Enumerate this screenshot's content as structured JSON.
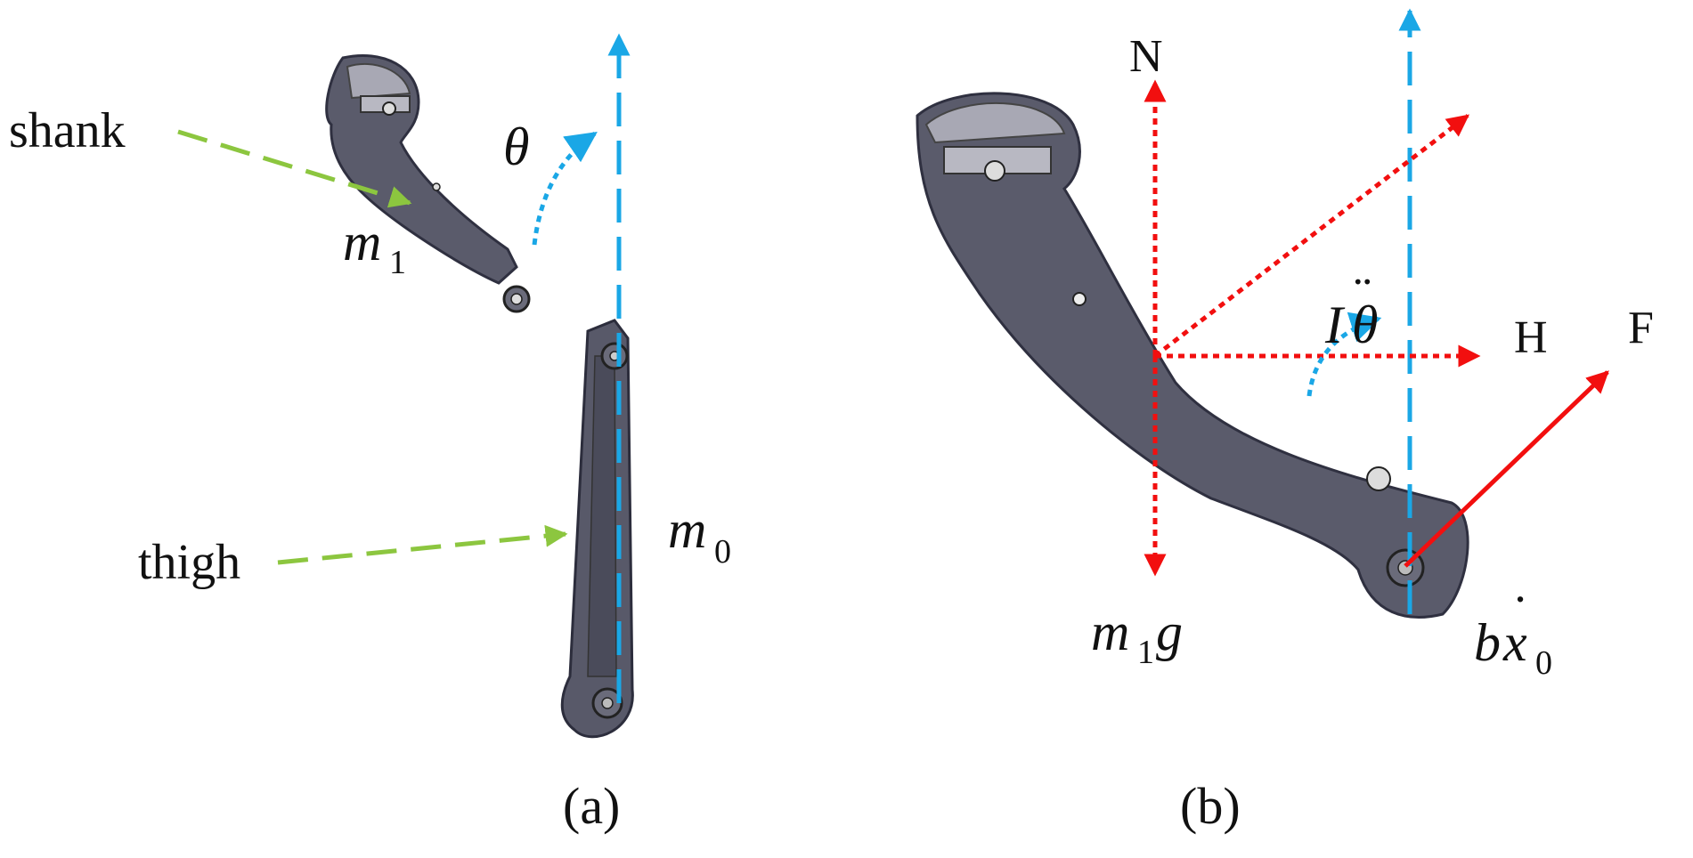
{
  "panel_a": {
    "caption": "(a)",
    "shank_label": "shank",
    "thigh_label": "thigh",
    "theta_symbol": "θ",
    "m1_base": "m",
    "m1_sub": "1",
    "m0_base": "m",
    "m0_sub": "0"
  },
  "panel_b": {
    "caption": "(b)",
    "N_label": "N",
    "H_label": "H",
    "F_label": "F",
    "inertia_I": "I",
    "inertia_theta": "θ",
    "inertia_dots": "¨",
    "weight_base": "m",
    "weight_sub": "1",
    "weight_g": "g",
    "damping_b": "b",
    "damping_x": "x",
    "damping_dot": "˙",
    "damping_sub": "0"
  },
  "colors": {
    "axis_blue": "#1aa7e6",
    "force_red": "#f20f0f",
    "label_green": "#8cc63f",
    "part_dark": "#555666",
    "part_light": "#a8a8b4"
  }
}
